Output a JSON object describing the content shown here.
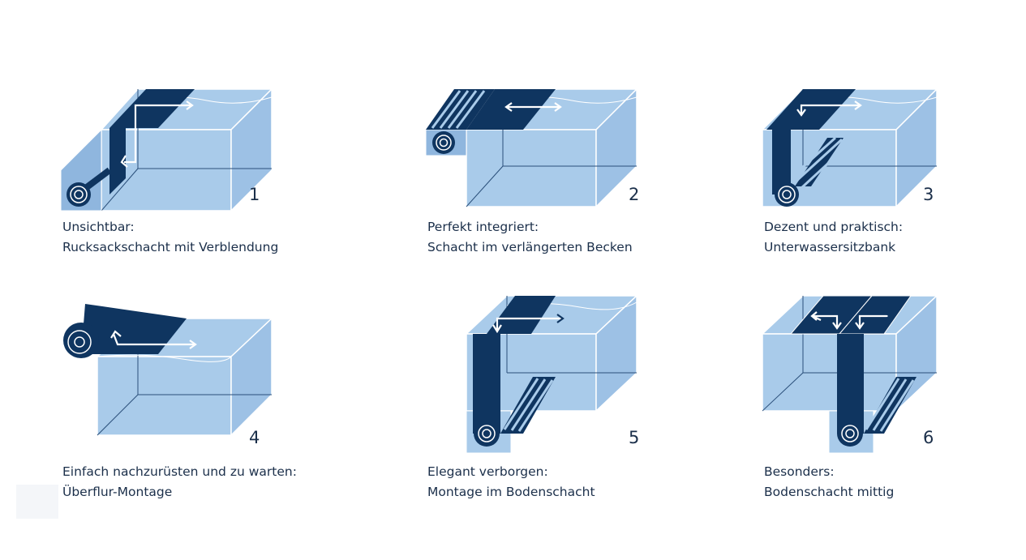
{
  "colors": {
    "water": "#a9cbea",
    "water_edge": "#ffffff",
    "cover": "#0f3560",
    "arrow": "#ffffff",
    "text": "#1b2f4a"
  },
  "panels": [
    {
      "number": "1",
      "title": "Unsichtbar:",
      "subtitle": "Rucksackschacht mit Verblendung"
    },
    {
      "number": "2",
      "title": "Perfekt integriert:",
      "subtitle": "Schacht im verlängerten Becken"
    },
    {
      "number": "3",
      "title": "Dezent und praktisch:",
      "subtitle": "Unterwassersitzbank"
    },
    {
      "number": "4",
      "title": "Einfach nachzurüsten und zu warten:",
      "subtitle": "Überflur-Montage"
    },
    {
      "number": "5",
      "title": "Elegant verborgen:",
      "subtitle": "Montage im Bodenschacht"
    },
    {
      "number": "6",
      "title": "Besonders:",
      "subtitle": "Bodenschacht mittig"
    }
  ]
}
